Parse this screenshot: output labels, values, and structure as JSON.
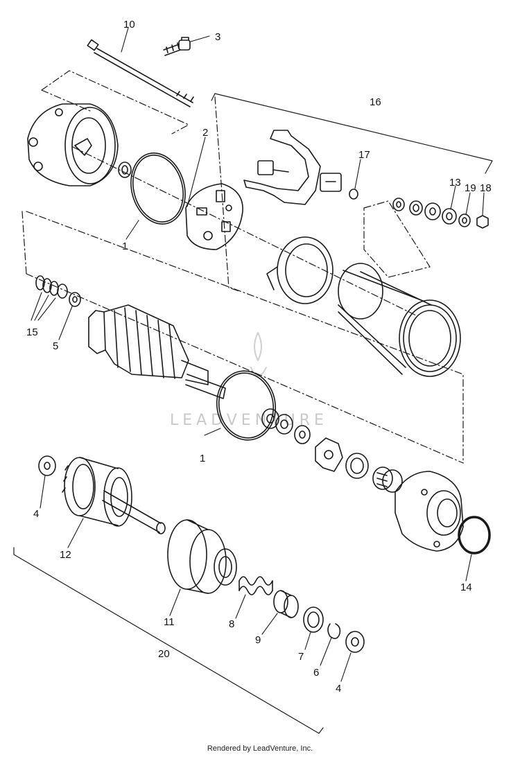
{
  "diagram": {
    "watermark": "LEADVENTURE",
    "callouts": {
      "c10": "10",
      "c3": "3",
      "c16": "16",
      "c2": "2",
      "c17": "17",
      "c13": "13",
      "c19": "19",
      "c18": "18",
      "c1_top": "1",
      "c15": "15",
      "c5": "5",
      "c1_mid": "1",
      "c4_left": "4",
      "c12": "12",
      "c11": "11",
      "c14": "14",
      "c8": "8",
      "c9": "9",
      "c7": "7",
      "c6": "6",
      "c4_right": "4",
      "c20": "20"
    }
  },
  "footer": {
    "text": "Rendered by LeadVenture, Inc."
  }
}
